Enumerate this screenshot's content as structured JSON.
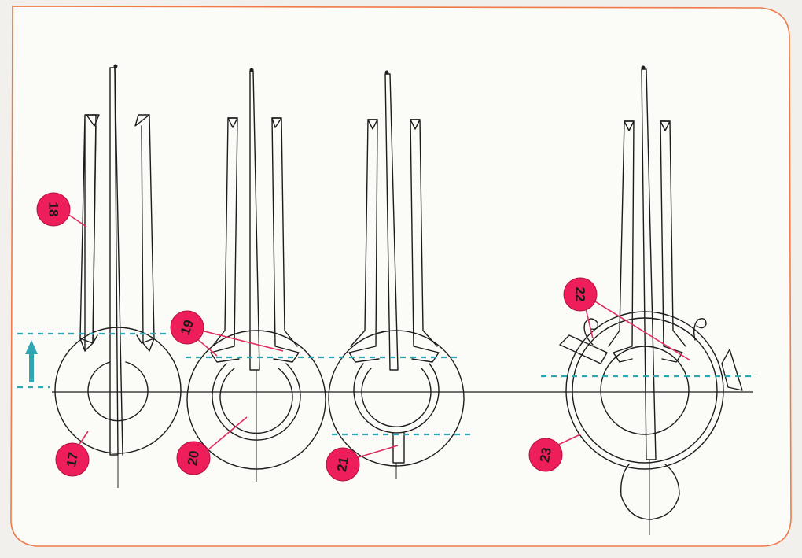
{
  "labels": {
    "l17": "17",
    "l18": "18",
    "l19": "19",
    "l20": "20",
    "l21": "21",
    "l22": "22",
    "l23": "23"
  },
  "colors": {
    "paper": "#fbfbf8",
    "frame": "#f07a4a",
    "ink": "#1c1c1c",
    "guide": "#2fa7b3",
    "badge": "#ee1e5a"
  }
}
